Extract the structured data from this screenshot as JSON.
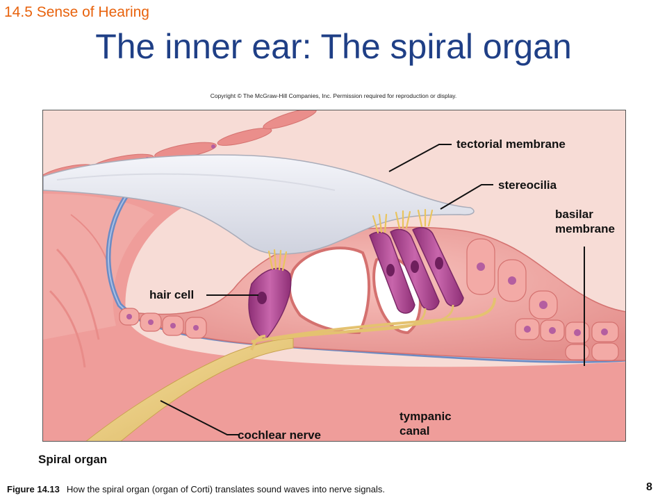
{
  "header": {
    "section": "14.5 Sense of Hearing",
    "title": "The inner ear: The spiral organ",
    "copyright": "Copyright © The McGraw-Hill Companies, Inc. Permission required for reproduction or display."
  },
  "figure": {
    "labels": {
      "tectorial_membrane": "tectorial membrane",
      "stereocilia": "stereocilia",
      "basilar_membrane_line1": "basilar",
      "basilar_membrane_line2": "membrane",
      "hair_cell": "hair cell",
      "tympanic_canal_line1": "tympanic",
      "tympanic_canal_line2": "canal",
      "cochlear_nerve": "cochlear nerve"
    },
    "panel_label": "Spiral organ"
  },
  "footer": {
    "figure_number": "Figure 14.13",
    "caption": "How the spiral organ (organ of Corti) translates sound waves into nerve signals.",
    "page": "8"
  },
  "colors": {
    "accent_orange": "#e8620c",
    "title_blue": "#1f3f86",
    "tissue_pink": "#f2a3a1",
    "hair_cell_purple": "#b04c94",
    "membrane_gray": "#e3e5ee",
    "nerve_yellow": "#efcf7e",
    "basilar_blue": "#6b8bc4"
  }
}
